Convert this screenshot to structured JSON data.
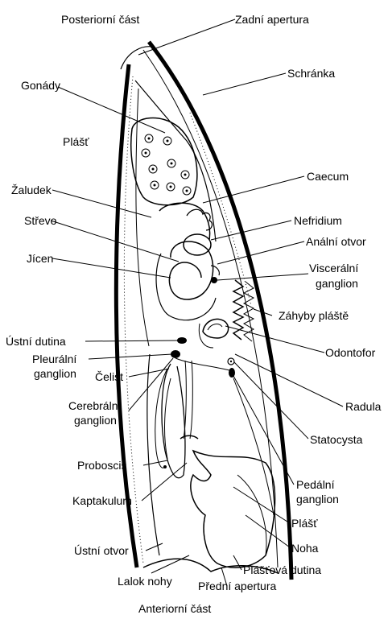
{
  "labels": {
    "posterior": "Posteriorní část",
    "zadni_apertura": "Zadní apertura",
    "schranka": "Schránka",
    "gonady": "Gonády",
    "plast_upper": "Plášť",
    "zaludek": "Žaludek",
    "caecum": "Caecum",
    "strevo": "Střevo",
    "nefridium": "Nefridium",
    "analni_otvor": "Anální otvor",
    "jicen": "Jícen",
    "visceralni_ganglion_1": "Viscerální",
    "visceralni_ganglion_2": "ganglion",
    "zahyby_plaste": "Záhyby pláště",
    "ustni_dutina": "Ústní dutina",
    "odontofor": "Odontofor",
    "pleuralni_ganglion_1": "Pleurální",
    "pleuralni_ganglion_2": "ganglion",
    "celist": "Čelist",
    "radula": "Radula",
    "cerebralni_ganglion_1": "Cerebrální",
    "cerebralni_ganglion_2": "ganglion",
    "statocysta": "Statocysta",
    "proboscis": "Proboscis",
    "pedalni_ganglion_1": "Pedální",
    "pedalni_ganglion_2": "ganglion",
    "kaptakulum": "Kaptakulum",
    "plast_lower": "Plášť",
    "ustni_otvor": "Ústní otvor",
    "noha": "Noha",
    "lalok_nohy": "Lalok nohy",
    "plastova_dutina": "Plášťová dutina",
    "predni_apertura": "Přední apertura",
    "anterior": "Anteriorní část"
  }
}
